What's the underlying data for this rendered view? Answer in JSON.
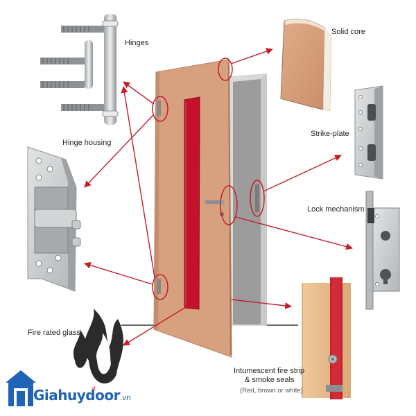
{
  "labels": {
    "solid_core": "Solid core",
    "hinges": "Hinges",
    "hinge_housing": "Hinge housing",
    "strike_plate": "Strike-plate",
    "lock_mechanism": "Lock mechanism",
    "fire_rated_glass": "Fire rated glass",
    "intumescent_line1": "Intumescent fire strip",
    "intumescent_line2": "& smoke seals",
    "intumescent_note": "(Red, brown or white)"
  },
  "logo": {
    "name": "Giahuydoor",
    "tld": ".vn",
    "reg": "®"
  },
  "colors": {
    "callout": "#c41d2b",
    "door_face": "#d7a07e",
    "glass_strip": "#c4122b",
    "brand_blue": "#1f63b5",
    "steel": "#c8cacc"
  }
}
